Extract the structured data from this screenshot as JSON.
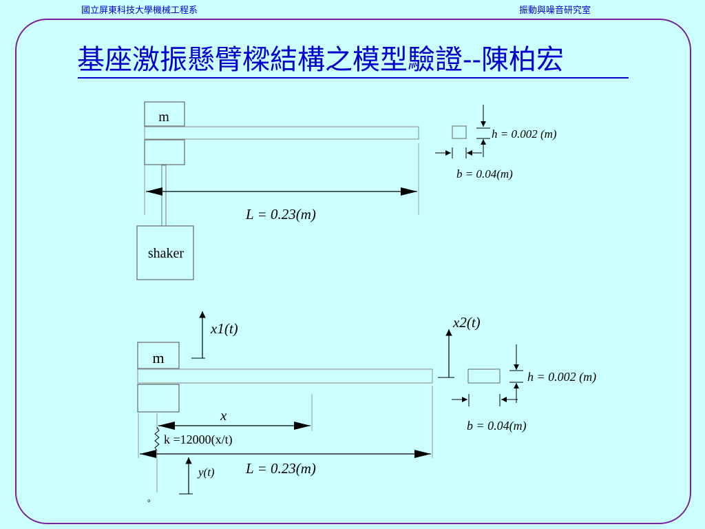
{
  "header": {
    "left": "國立屏東科技大學機械工程系",
    "right": "振動與噪音研究室"
  },
  "title": "基座激振懸臂樑結構之模型驗證--陳柏宏",
  "diagram_top": {
    "mass_label": "m",
    "shaker_label": "shaker",
    "length_label": "L = 0.23(m)",
    "height_label": "h = 0.002 (m)",
    "width_label": "b = 0.04(m)"
  },
  "diagram_bottom": {
    "mass_label": "m",
    "x1_label": "x1(t)",
    "x2_label": "x2(t)",
    "x_label": "x",
    "spring_label": "k =12000(x/t)",
    "y_label": "y(t)",
    "length_label": "L = 0.23(m)",
    "height_label": "h = 0.002 (m)",
    "width_label": "b = 0.04(m)",
    "base_mark": "。"
  }
}
